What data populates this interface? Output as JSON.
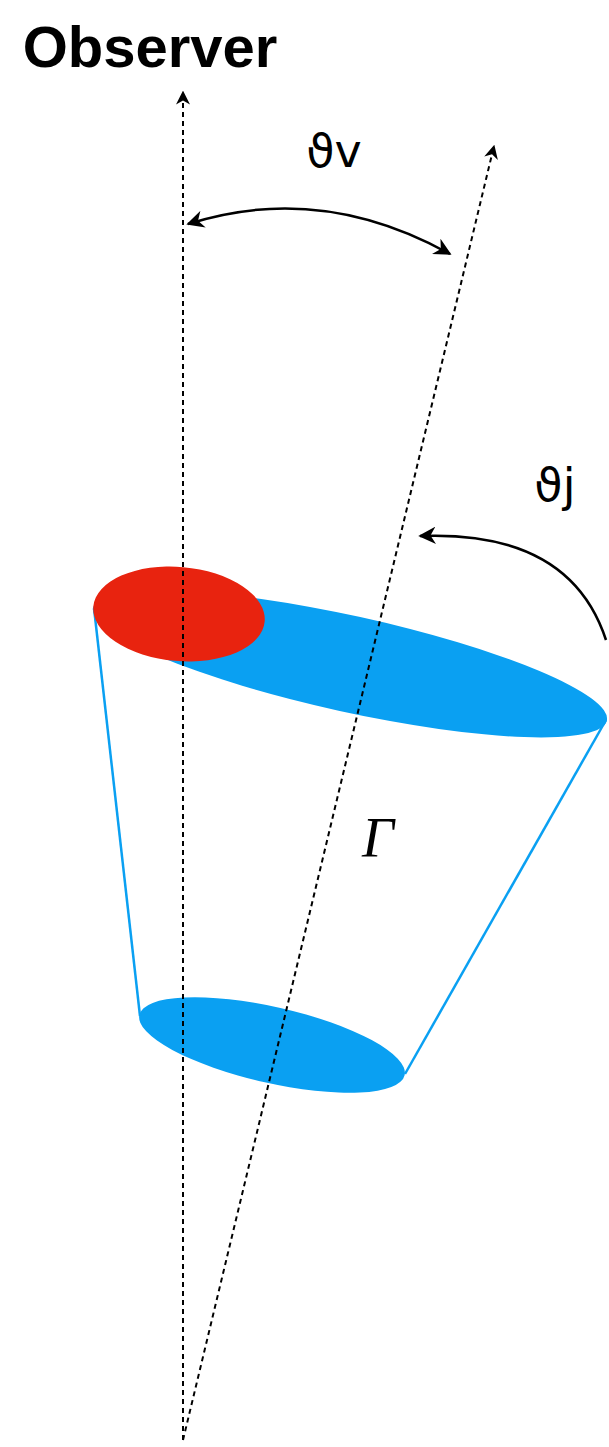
{
  "diagram": {
    "labels": [
      "Observer",
      "ϑv",
      "Γ",
      "ϑj"
    ]
  }
}
